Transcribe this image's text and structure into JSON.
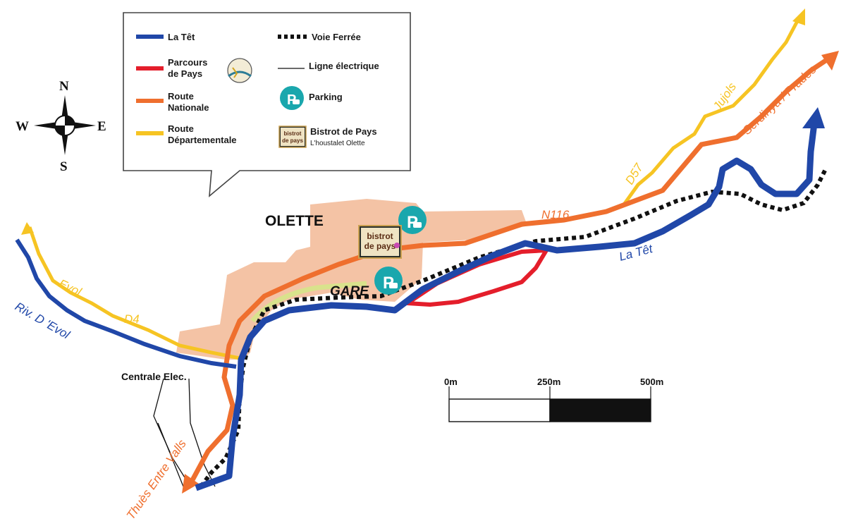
{
  "colors": {
    "river": "#2047a8",
    "parcours": "#e41e2b",
    "route_nationale": "#ef6f2e",
    "route_departementale": "#f6c423",
    "town_area": "#f4c3a5",
    "parking": "#1aa7ad",
    "railway": "#111111"
  },
  "legend": {
    "la_tet": "La Têt",
    "parcours_line1": "Parcours",
    "parcours_line2": "de Pays",
    "route_nationale_line1": "Route",
    "route_nationale_line2": "Nationale",
    "route_departementale_line1": "Route",
    "route_departementale_line2": "Départementale",
    "voie_ferree": "Voie Ferrée",
    "ligne_electrique": "Ligne électrique",
    "parking": "Parking",
    "bistrot": "Bistrot de Pays",
    "bistrot_sub": "L'houstalet Olette",
    "parking_icon_letter": "P",
    "bistrot_logo_line1": "bistrot",
    "bistrot_logo_line2": "de pays"
  },
  "compass": {
    "north": "N",
    "south": "S",
    "east": "E",
    "west": "W"
  },
  "labels": {
    "town": "OLETTE",
    "station": "GARE",
    "power_station": "Centrale Elec.",
    "n116": "N116",
    "d57": "D57",
    "d4": "D4",
    "la_tet": "La Têt",
    "riv_evol": "Riv. D 'Evol",
    "evol": "Evol",
    "jujols": "Jujols",
    "serdinya": "Serdinya / Prades",
    "thues": "Thuès Entre Valls"
  },
  "scale": {
    "tick0": "0m",
    "tick1": "250m",
    "tick2": "500m"
  }
}
